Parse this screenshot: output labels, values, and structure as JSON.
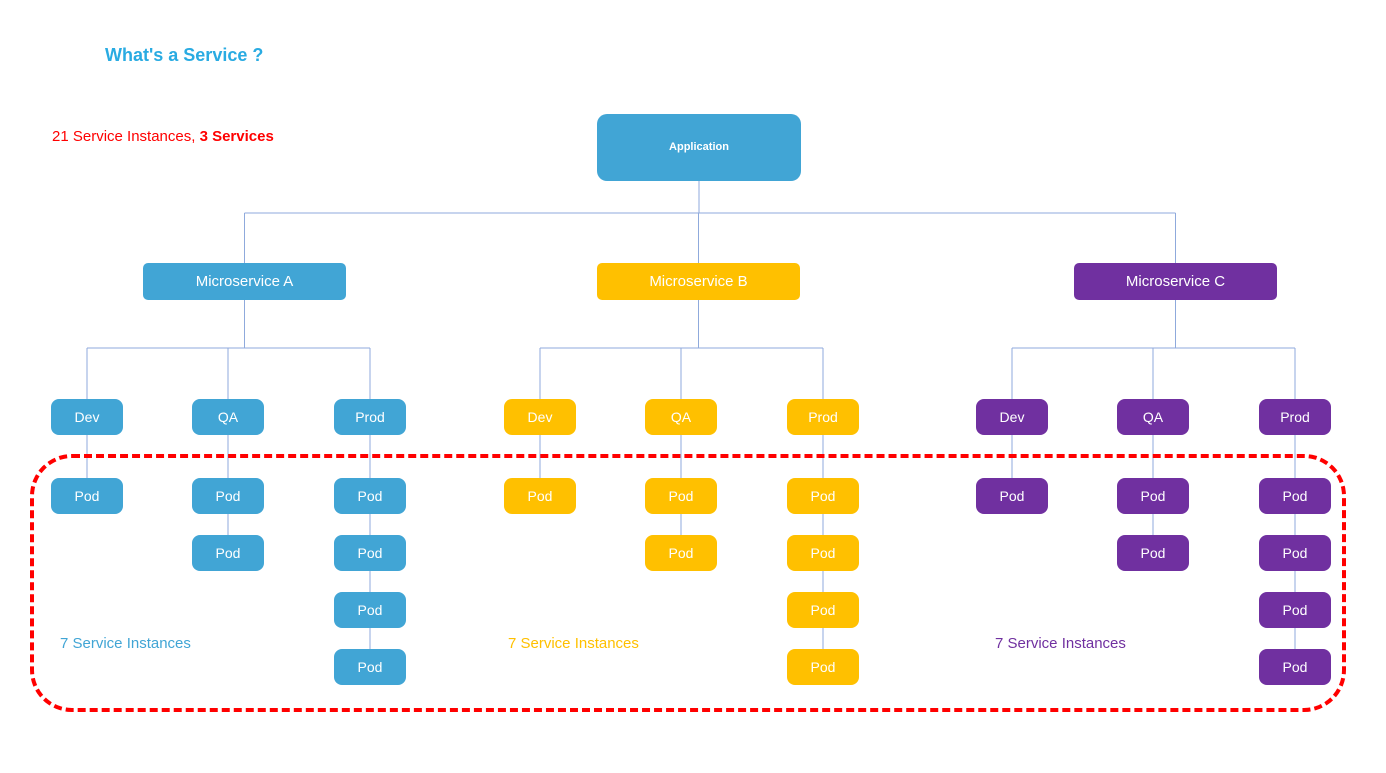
{
  "title": "What's a Service ?",
  "subtitle": {
    "normal": "21 Service Instances, ",
    "bold": "3 Services"
  },
  "root": {
    "label": "Application"
  },
  "colors": {
    "blue": "#41A5D5",
    "yellow": "#FFC000",
    "purple": "#7030A0",
    "red": "#FF0000",
    "line": "#8FAADC",
    "title": "#29ABE2"
  },
  "services": [
    {
      "label": "Microservice A",
      "color_key": "blue",
      "instances_label": "7 Service Instances",
      "envs": [
        {
          "label": "Dev",
          "pods": [
            "Pod"
          ]
        },
        {
          "label": "QA",
          "pods": [
            "Pod",
            "Pod"
          ]
        },
        {
          "label": "Prod",
          "pods": [
            "Pod",
            "Pod",
            "Pod",
            "Pod"
          ]
        }
      ]
    },
    {
      "label": "Microservice B",
      "color_key": "yellow",
      "instances_label": "7 Service Instances",
      "envs": [
        {
          "label": "Dev",
          "pods": [
            "Pod"
          ]
        },
        {
          "label": "QA",
          "pods": [
            "Pod",
            "Pod"
          ]
        },
        {
          "label": "Prod",
          "pods": [
            "Pod",
            "Pod",
            "Pod",
            "Pod"
          ]
        }
      ]
    },
    {
      "label": "Microservice C",
      "color_key": "purple",
      "instances_label": "7 Service Instances",
      "envs": [
        {
          "label": "Dev",
          "pods": [
            "Pod"
          ]
        },
        {
          "label": "QA",
          "pods": [
            "Pod",
            "Pod"
          ]
        },
        {
          "label": "Prod",
          "pods": [
            "Pod",
            "Pod",
            "Pod",
            "Pod"
          ]
        }
      ]
    }
  ]
}
